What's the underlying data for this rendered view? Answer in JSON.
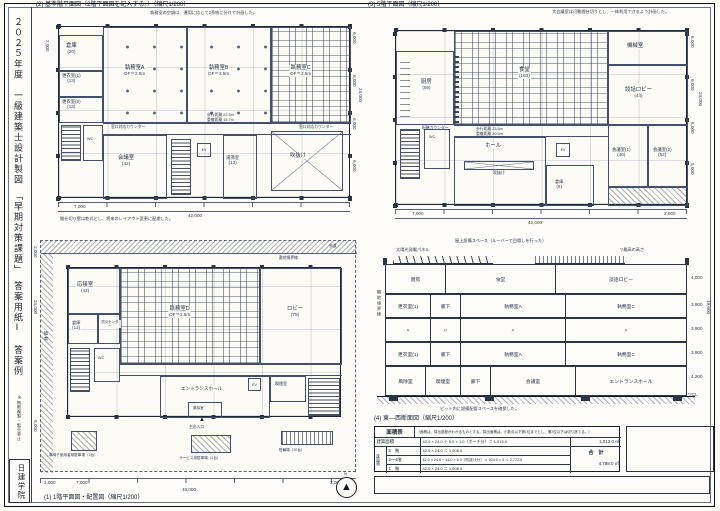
{
  "sidebar": {
    "title": "２０２５年度　一級建築士設計製図　「早期対策課題」　答案用紙Ⅰ　答案例",
    "note": "※無断複製・転売禁止",
    "brand": "日建学院"
  },
  "plan2f": {
    "title": "(2) 基準階平面図（2階平面図を記入する。）（縮尺1/200）",
    "note_top": "執務室の空調は、運用に応じて2系統に分けて計画した。",
    "note_bottom": "間仕切り壁は乾式とし、将来のレイアウト変更に配慮した。",
    "walk": "歩行距離 22.5m",
    "dup": "重複距離 15.7m",
    "counter1": "窓口対応カウンター",
    "counter2": "窓口対応カウンター",
    "rooms": {
      "soko": "倉庫",
      "soko_a": "(20)",
      "koi1": "更衣室(1)",
      "koi1_a": "(13)",
      "koi2": "更衣室(2)",
      "koi2_a": "(13)",
      "shitsumuA": "執務室A",
      "shitsumuA_a": "OF＝2.5m",
      "shitsumuB": "執務室B",
      "shitsumuB_a": "OF＝2.5m",
      "shitsumuC": "執務室C",
      "shitsumuC_a": "OF＝2.5m",
      "kaigi": "会議室",
      "kaigi_a": "(42)",
      "yuwakashi": "湯沸室",
      "yuwakashi_a": "(13)",
      "fukinuke": "吹抜け",
      "wc": "WC",
      "ev": "EV"
    },
    "dims": {
      "bay": "7,000",
      "total": "42,000",
      "left": "2,000",
      "right_bay": "6,000",
      "right_total": "24,000"
    }
  },
  "plan5f": {
    "title": "(3) 5階平面図（縮尺1/200）",
    "note_top": "大会議室は可動間仕切りとし、一体利用できるよう計画した。",
    "walk": "歩行距離 23.5m",
    "dup": "重複距離 20.5m",
    "rooms": {
      "chubo": "厨房",
      "chubo_a": "(59)",
      "shokudo": "食堂",
      "shokudo_a": "(163)",
      "haizen": "配膳カウンター",
      "danwa": "談話ロビー",
      "danwa_a": "(44)",
      "kaigi1": "会議室(1)",
      "kaigi1_a": "(46)",
      "kaigi2": "会議室(2)",
      "kaigi2_a": "(52)",
      "kikai": "機械室",
      "hall": "ホール",
      "fukinuke": "吹抜け",
      "soko": "倉庫",
      "soko_a": "(9)",
      "wc": "WC",
      "ev": "EV"
    },
    "dims": {
      "bay": "7,000",
      "total": "42,000",
      "right_bay": "6,000",
      "right_total": "24,000",
      "edge": "2,000"
    }
  },
  "plan1f": {
    "title": "(1) 1階平面図・配置図（縮尺1/200）",
    "site": {
      "boundary": "敷地境界線",
      "sidewalk": "歩道",
      "p_wheel": "車椅子使用者用駐車場（1台）",
      "p_service": "サービス用駐車場（2台）",
      "bike": "駐輪場（20台）",
      "plant": "植栽",
      "entrance": "主出入口",
      "mark": "▲"
    },
    "rooms": {
      "osetsu": "応接室",
      "osetsu_a": "(42)",
      "soko": "倉庫",
      "soko_a": "(12)",
      "bosai": "防災センター",
      "kitsuen": "喫煙室",
      "wind": "風除室",
      "hall": "エントランスホール",
      "lobby": "ロビー",
      "lobby_a": "(78)",
      "shitsumuD": "執務室D",
      "shitsumuD_a": "OF＝2.5m",
      "wc": "WC",
      "ev": "EV"
    },
    "dims": {
      "left_off": "2,000",
      "depth": "24,000",
      "front": "6,000",
      "b1": "3,000",
      "b2": "7,000",
      "b3": "48,000",
      "b4": "3,000"
    },
    "north": "N"
  },
  "section": {
    "title": "(4) 東—西断面図（縮尺1/200）",
    "note_top1": "屋上設備スペース（ルーバーで目隠しを行った）",
    "note_top2": "太陽光発電パネル",
    "note_maxh": "▽最高の高さ",
    "note_pit": "ピット内に設備配管スペースを確保した。",
    "gl": "▽GL",
    "boundary": "隣地境界線",
    "floors": {
      "f5": [
        "厨房",
        "食堂",
        "談話ロビー"
      ],
      "f4": [
        "更衣室(1)",
        "廊下",
        "執務室A",
        "執務室C"
      ],
      "f3": [
        "〃",
        "〃",
        "〃",
        "〃"
      ],
      "f2": [
        "更衣室(1)",
        "廊下",
        "執務室A",
        "執務室C"
      ],
      "f1": [
        "風除室",
        "喫煙室",
        "廊下",
        "会議室",
        "エントランスホール"
      ]
    },
    "dims": {
      "h5": "4,000",
      "h4": "3,800",
      "h3": "3,800",
      "h2": "3,800",
      "h1": "4,200",
      "total": "19,600"
    }
  },
  "area_table": {
    "title": "面積表",
    "note": "（面積は、算出過程がわかるものとする。算出面積は、小数点以下第1位までとし、第2位以下は切り捨てる。）",
    "floor_group": "床面積",
    "r1_name": "建築面積",
    "r1_calc": "42.0 × 24.0 ＋ 5.0 × 1.0（ポーチ分）＝ 1,013.0",
    "r1_val": "1,013.0 ㎡",
    "r2_name": "5　階",
    "r2_calc": "42.0 × 24.0 ＝ 1,008.0",
    "r3_name": "2〜4階",
    "r3_calc": "42.0 × 24.0 − 14.0 × 6.0（吹抜け分）＝ 924.0 × 3 ＝ 2,772.0",
    "r4_name": "1　階",
    "r4_calc": "42.0 × 24.0 ＝ 1,008.0",
    "total_label": "合　計",
    "total_val": "4,788.0 ㎡"
  }
}
